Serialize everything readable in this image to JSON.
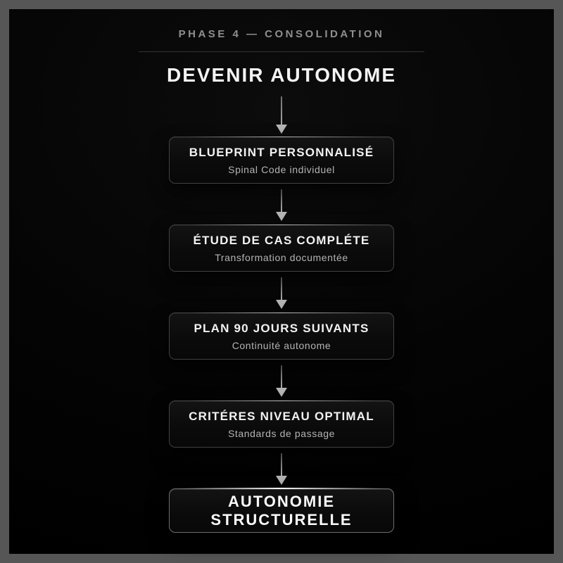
{
  "header": {
    "phase_label": "PHASE 4 — CONSOLIDATION",
    "title": "DEVENIR AUTONOME"
  },
  "flow": {
    "steps": [
      {
        "title": "BLUEPRINT PERSONNALISÉ",
        "subtitle": "Spinal Code individuel"
      },
      {
        "title": "ÉTUDE DE CAS COMPLÉTE",
        "subtitle": "Transformation documentée"
      },
      {
        "title": "PLAN 90 JOURS SUIVANTS",
        "subtitle": "Continuité autonome"
      },
      {
        "title": "CRITÉRES NIVEAU OPTIMAL",
        "subtitle": "Standards de passage"
      }
    ],
    "final_node": {
      "lines": [
        "AUTONOMIE",
        "STRUCTURELLE"
      ]
    }
  },
  "icons": {
    "connector": "arrow-down-icon"
  },
  "colors": {
    "frame": "#565656",
    "canvas_background": "#040404",
    "node_border": "#414141",
    "final_node_border": "#6d6d6d",
    "text_primary": "#f2f2f2",
    "text_secondary": "#b4b4b4",
    "text_muted": "#8f8f8f",
    "arrow": "#b5b5b5"
  }
}
